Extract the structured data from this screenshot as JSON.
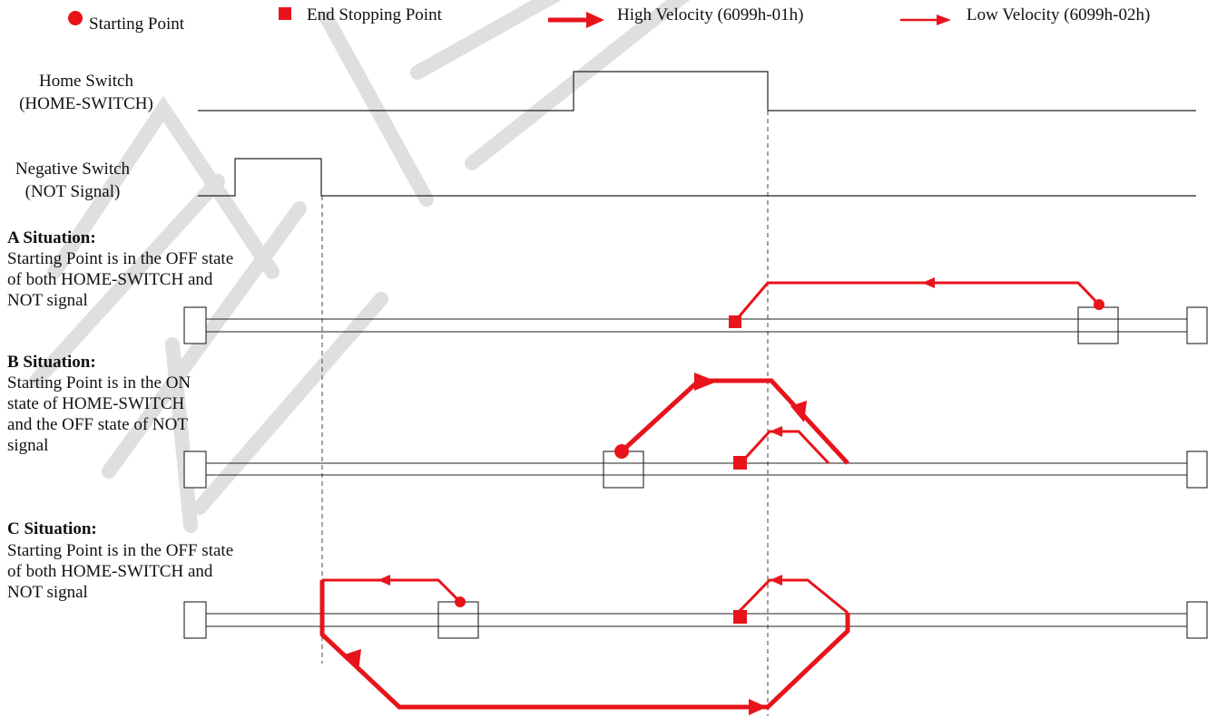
{
  "legend": {
    "start_label": "Starting Point",
    "end_label": "End Stopping Point",
    "high_label": "High Velocity (6099h-01h)",
    "low_label": "Low Velocity (6099h-02h)"
  },
  "signals": {
    "home_line1": "Home Switch",
    "home_line2": "(HOME-SWITCH)",
    "neg_line1": "Negative Switch",
    "neg_line2": "(NOT Signal)"
  },
  "situations": {
    "a_title": "A Situation:",
    "a_desc": [
      "Starting Point is in the OFF state",
      "of both HOME-SWITCH and",
      "NOT signal"
    ],
    "b_title": "B Situation:",
    "b_desc": [
      "Starting Point is in the ON",
      "state of HOME-SWITCH",
      "and the OFF state of NOT",
      "signal"
    ],
    "c_title": "C Situation:",
    "c_desc": [
      "Starting Point is in the OFF state",
      "of both HOME-SWITCH and",
      "NOT signal"
    ]
  },
  "watermark": "雷赛智能",
  "colors": {
    "path": "#e8141b",
    "line": "#222222",
    "watermark": "#dcdcdc"
  }
}
